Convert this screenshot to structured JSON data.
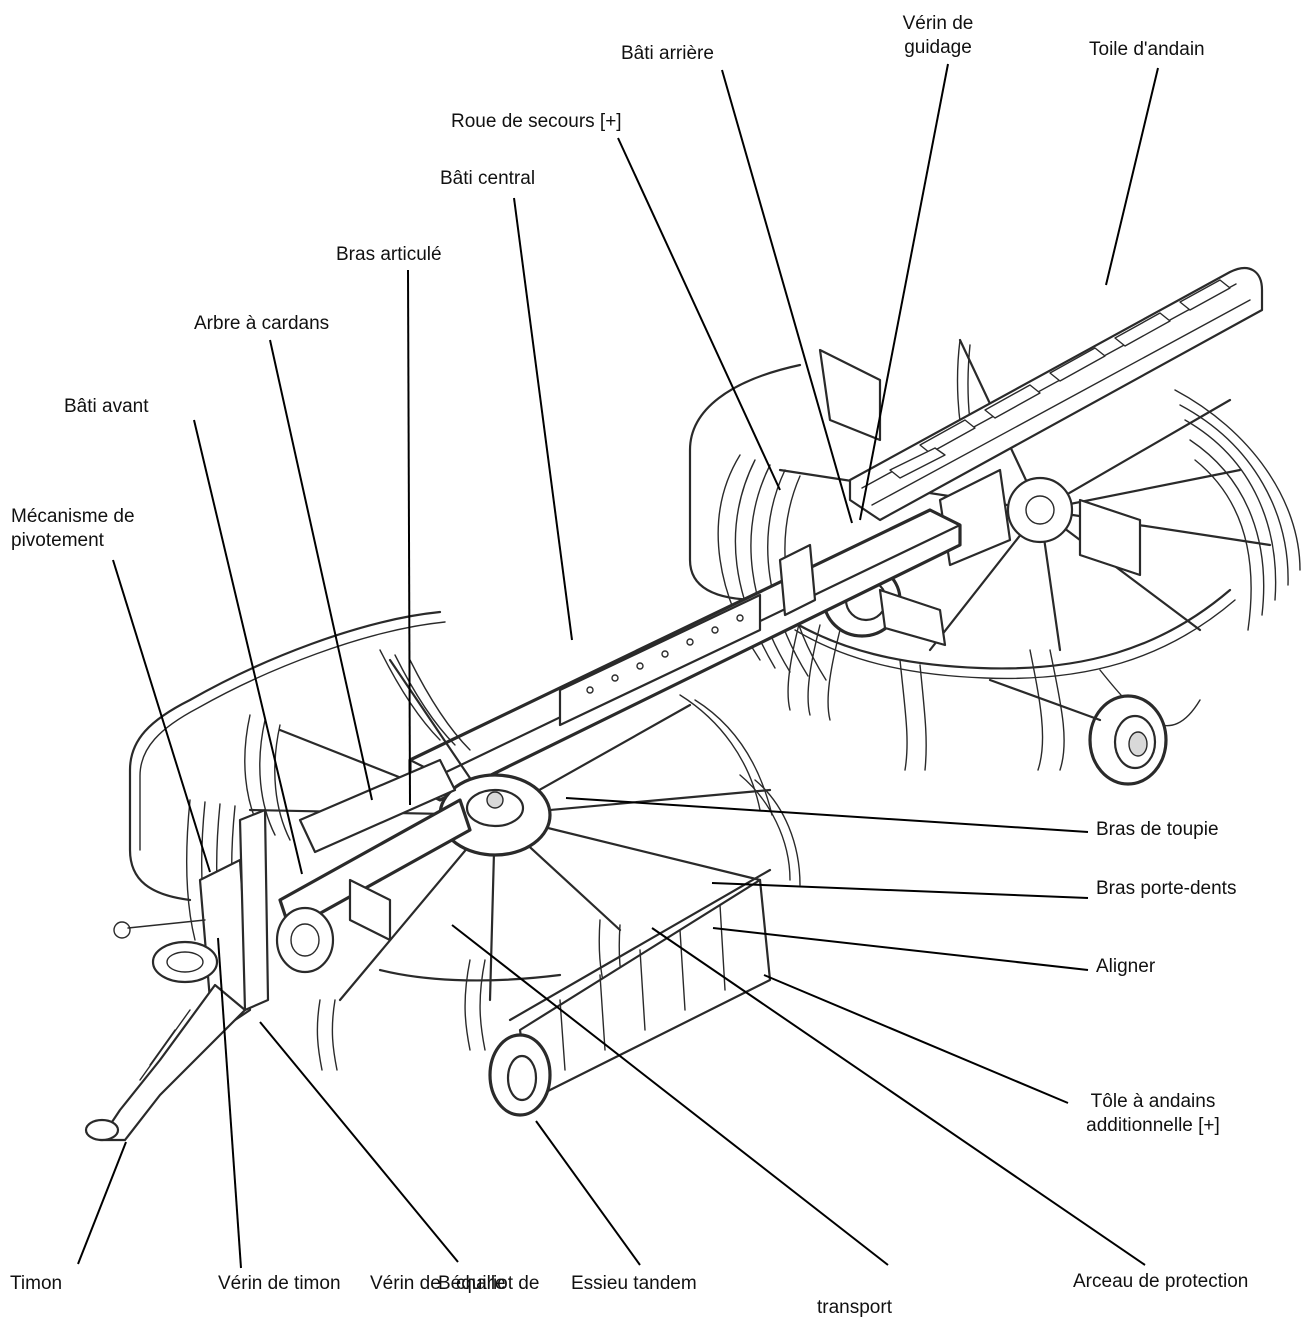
{
  "labels": {
    "toile_andain": "Toile d'andain",
    "verin_guidage_1": "Vérin de",
    "verin_guidage_2": "guidage",
    "bati_arriere": "Bâti arrière",
    "roue_secours": "Roue de secours [+]",
    "bati_central": "Bâti central",
    "bras_articule": "Bras articulé",
    "arbre_cardans": "Arbre à cardans",
    "bati_avant": "Bâti avant",
    "mecanisme_1": "Mécanisme de",
    "mecanisme_2": "pivotement",
    "bras_toupie": "Bras de toupie",
    "bras_porte_dents": "Bras porte-dents",
    "aligner": "Aligner",
    "tole_andains_1": "Tôle à andains",
    "tole_andains_2": "additionnelle [+]",
    "timon": "Timon",
    "verin_timon": "Vérin de timon",
    "verin_overlap": "Vérin de",
    "bequille": "Béquille",
    "chariot": "chariot de",
    "transport": "transport",
    "essieu_tandem": "Essieu tandem",
    "arceau_protection": "Arceau de protection"
  },
  "colors": {
    "ink": "#111111",
    "drawing": "#2a2a2a",
    "background": "#ffffff"
  }
}
